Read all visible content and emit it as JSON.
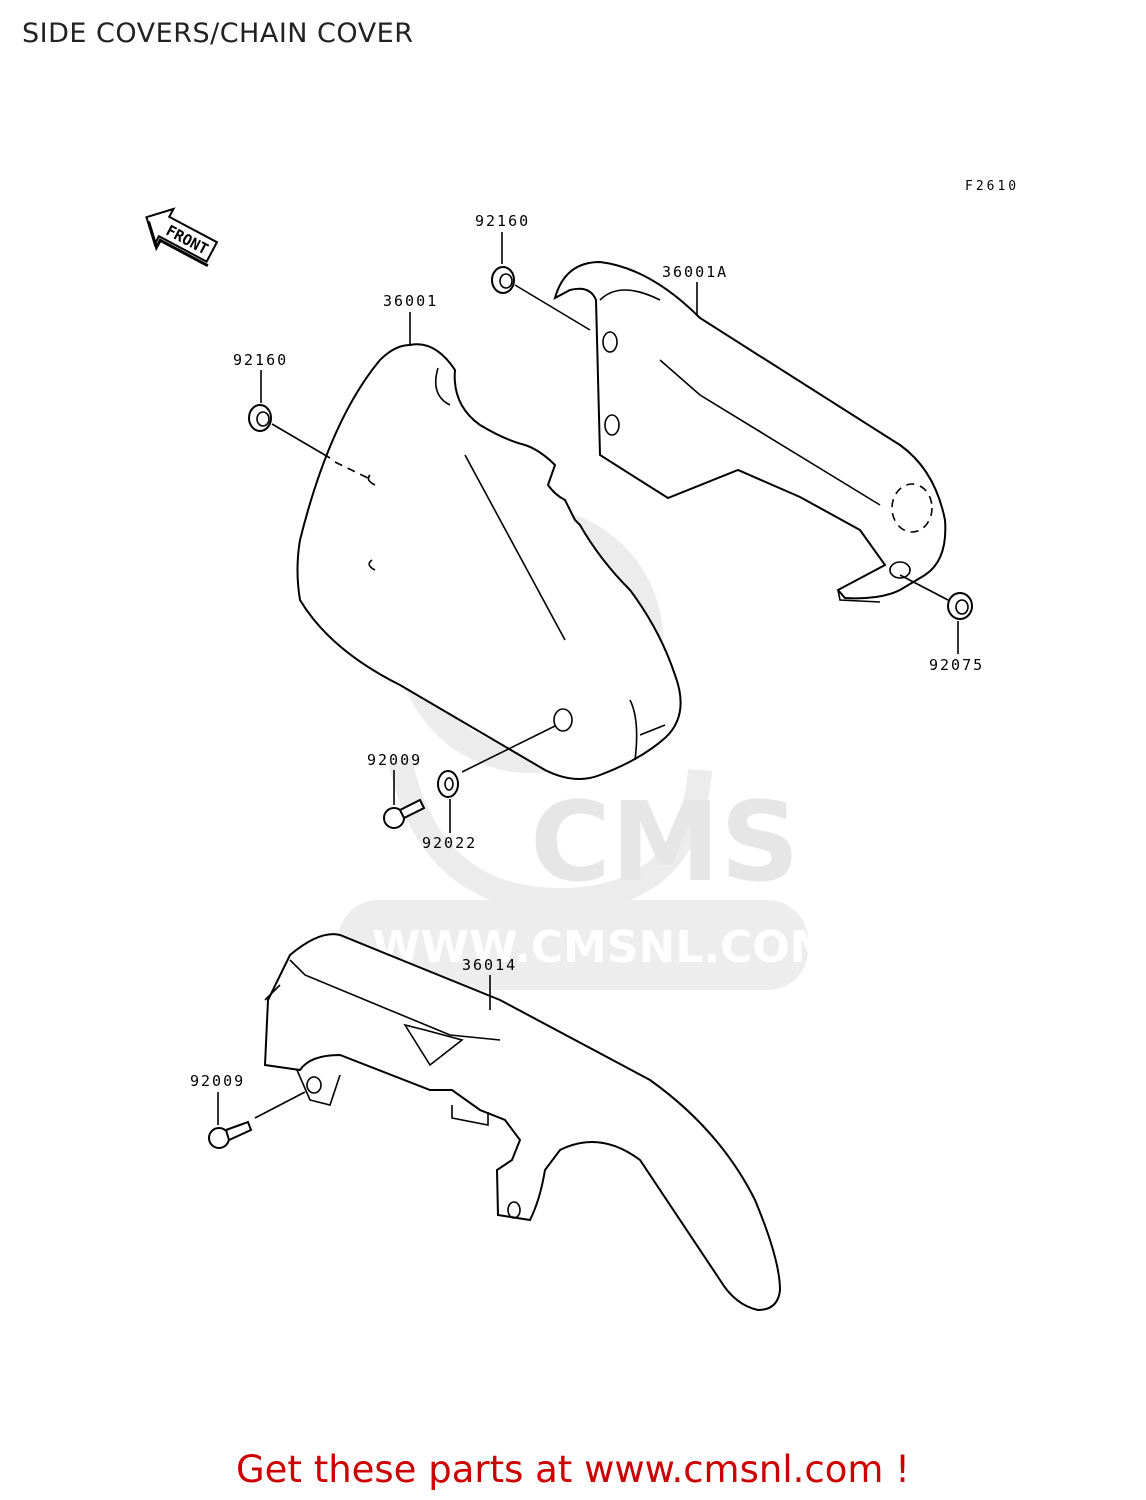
{
  "header": {
    "title": "SIDE COVERS/CHAIN COVER"
  },
  "diagram": {
    "figure_code": "F2610",
    "front_arrow_label": "FRONT",
    "parts": [
      {
        "id": "p92160a",
        "number": "92160"
      },
      {
        "id": "p36001A",
        "number": "36001A"
      },
      {
        "id": "p36001",
        "number": "36001"
      },
      {
        "id": "p92160b",
        "number": "92160"
      },
      {
        "id": "p92075",
        "number": "92075"
      },
      {
        "id": "p92009a",
        "number": "92009"
      },
      {
        "id": "p92022",
        "number": "92022"
      },
      {
        "id": "p36014",
        "number": "36014"
      },
      {
        "id": "p92009b",
        "number": "92009"
      }
    ]
  },
  "watermark": {
    "brand": "CMS",
    "url": "WWW.CMSNL.COM"
  },
  "footer": {
    "cta": "Get these parts at www.cmsnl.com !"
  },
  "colors": {
    "cta": "#cc0000",
    "watermark": "#e6e6e6",
    "line": "#000000"
  }
}
